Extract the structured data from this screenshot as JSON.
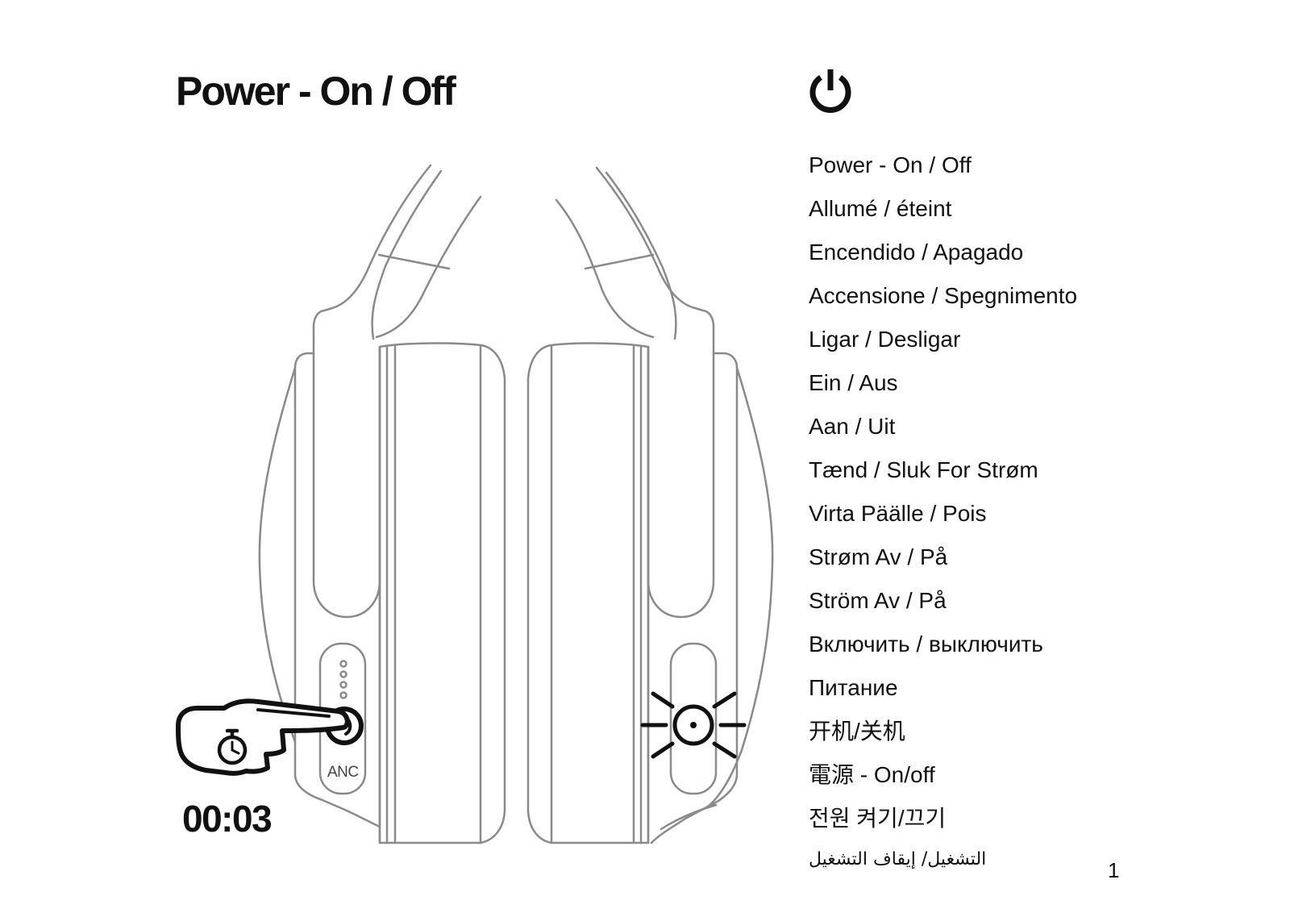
{
  "heading": "Power - On / Off",
  "icon": "power-icon",
  "translations": [
    "Power - On / Off",
    "Allumé / éteint",
    "Encendido / Apagado",
    "Accensione / Spegnimento",
    "Ligar / Desligar",
    "Ein / Aus",
    "Aan / Uit",
    "Tænd / Sluk For Strøm",
    "Virta Päälle / Pois",
    "Strøm Av / På",
    "Ström Av / På",
    "Включить / выключить",
    "Питание",
    "开机/关机",
    "電源 - On/off",
    "전원 켜기/끄기",
    "التشغيل/ إيقاف التشغيل"
  ],
  "illustration": {
    "button_label": "ANC",
    "hold_icon": "stopwatch-icon",
    "hand_icon": "pointing-hand-icon",
    "light_icon": "led-blink-icon",
    "timer": "00:03"
  },
  "page_number": "1",
  "colors": {
    "text": "#111111",
    "line_art": "#8a8a8a"
  }
}
